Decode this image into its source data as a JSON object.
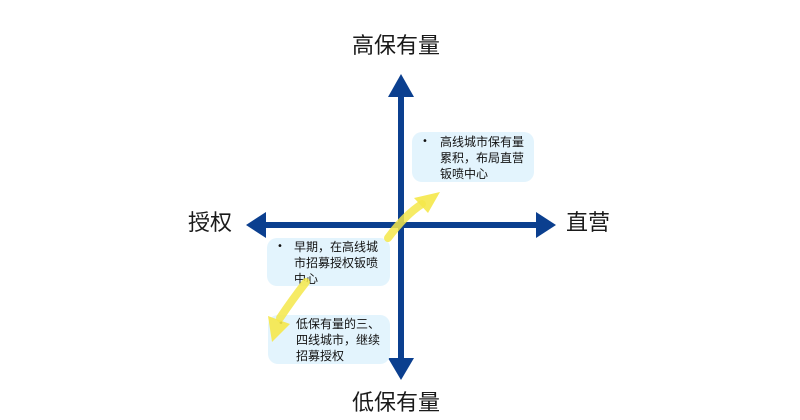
{
  "axes": {
    "top": "高保有量",
    "bottom": "低保有量",
    "left": "授权",
    "right": "直营"
  },
  "notes": [
    {
      "bullet": "•",
      "text": "高线城市保有量累积，布局直营钣喷中心"
    },
    {
      "bullet": "•",
      "text": "早期，在高线城市招募授权钣喷中心"
    },
    {
      "bullet": "•",
      "text": "低保有量的三、四线城市，继续招募授权"
    }
  ],
  "colors": {
    "axis": "#0b3f8f",
    "arrow": "#f5e84a",
    "note_bg": "#e3f4fd"
  }
}
